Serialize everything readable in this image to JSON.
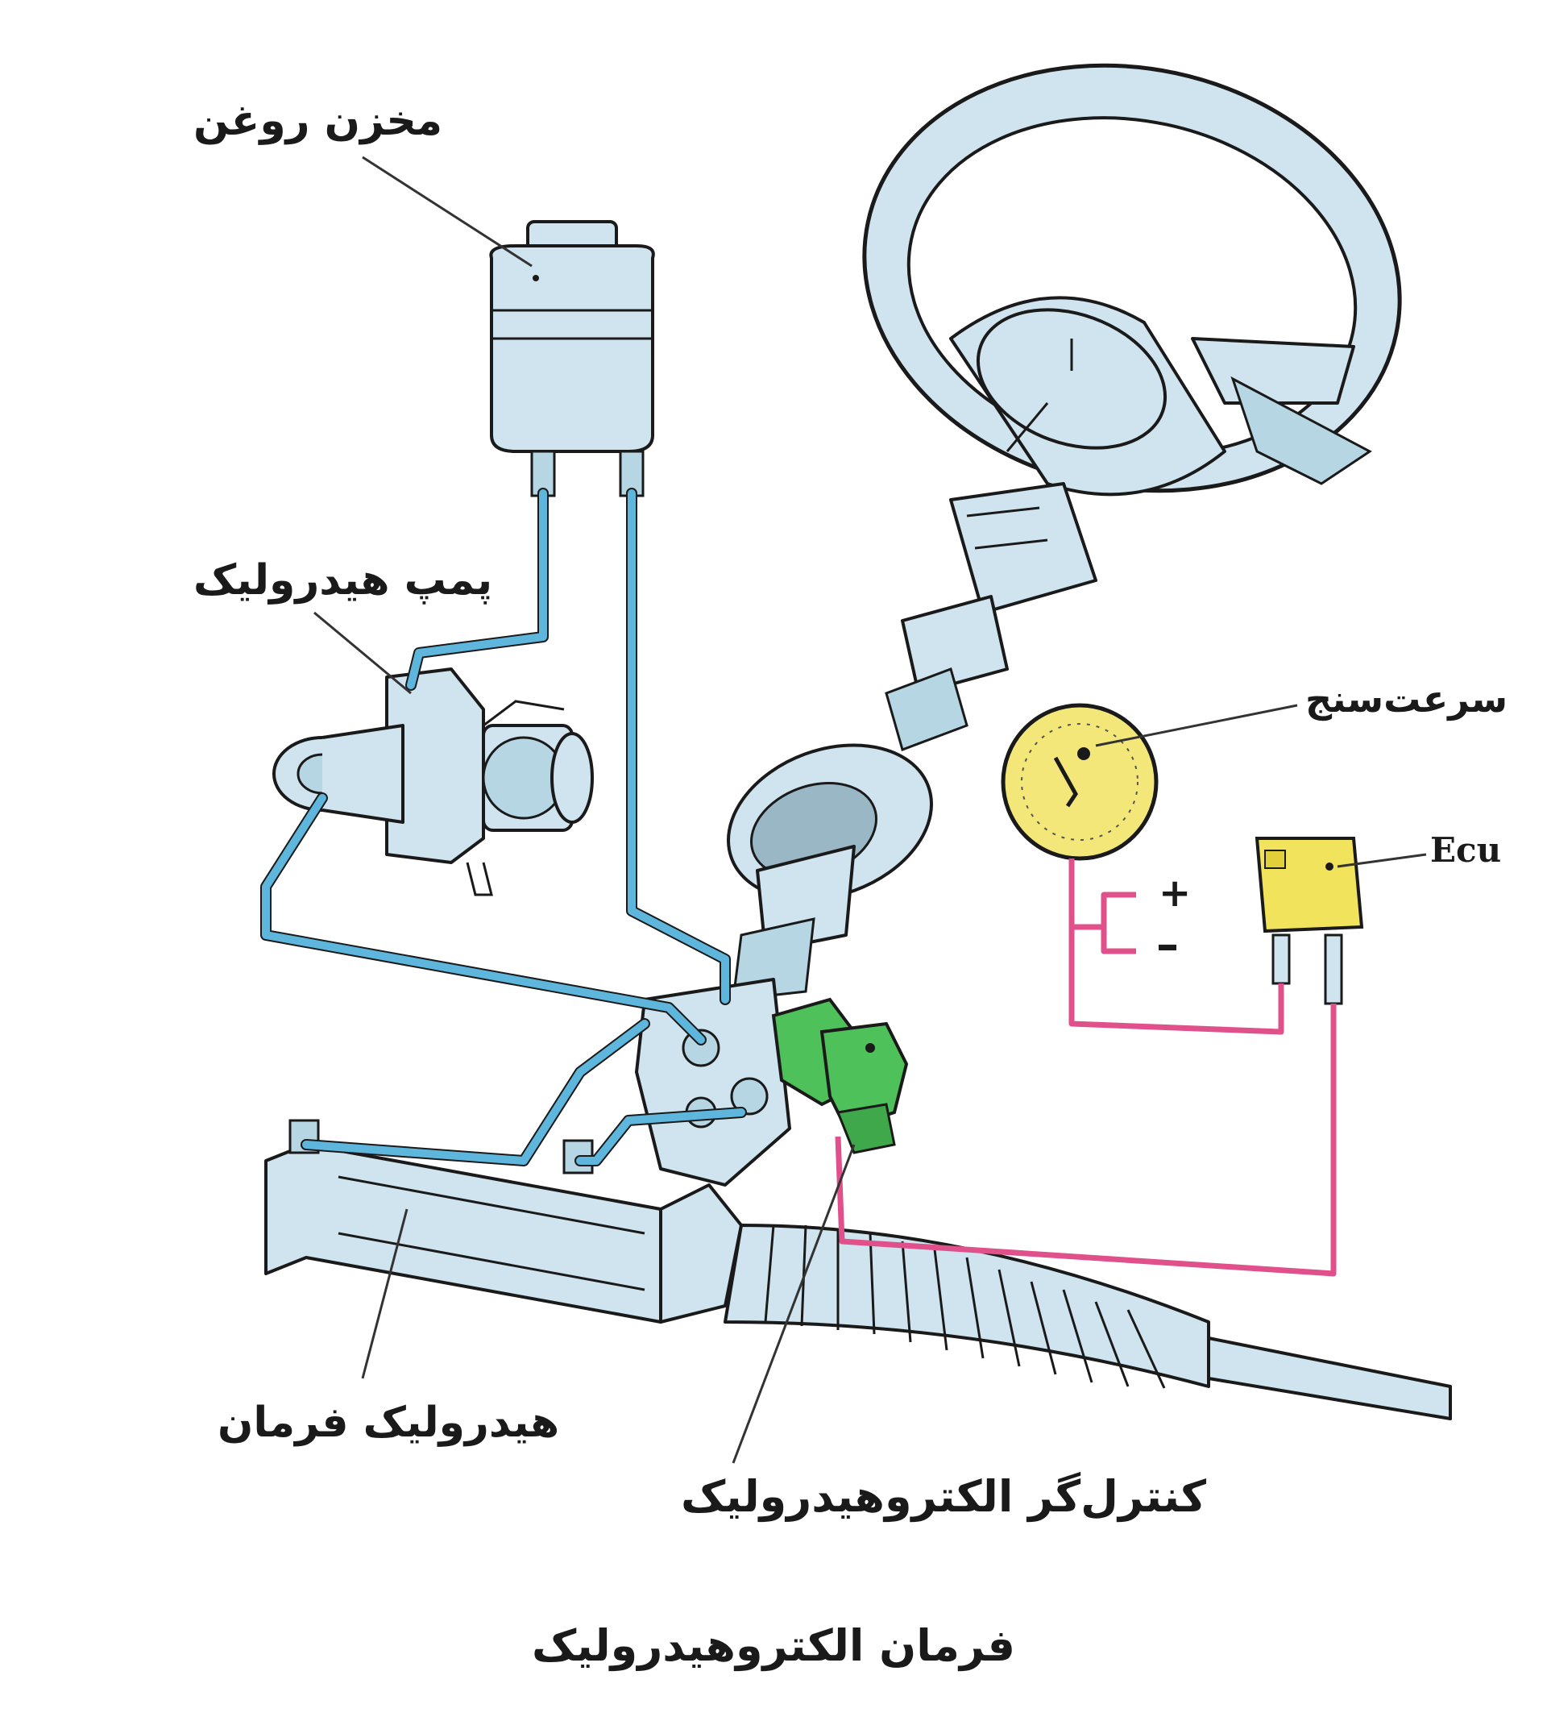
{
  "labels": {
    "reservoir": "مخزن روغن",
    "pump": "پمپ هیدرولیک",
    "speedometer": "سرعت‌سنج",
    "ecu": "Ecu",
    "plus": "+",
    "minus": "–",
    "steering_rack": "هیدرولیک فرمان",
    "controller": "کنترل‌گر الکتروهیدرولیک"
  },
  "caption": "فرمان الکتروهیدرولیک",
  "colors": {
    "part_fill": "#cfe4ee",
    "part_stroke": "#1a1a1a",
    "hydraulic_line": "#5fb6dc",
    "electric_line": "#e0508a",
    "controller": "#4fc15a",
    "ecu": "#f2e35c",
    "speedometer": "#f3e77a"
  }
}
